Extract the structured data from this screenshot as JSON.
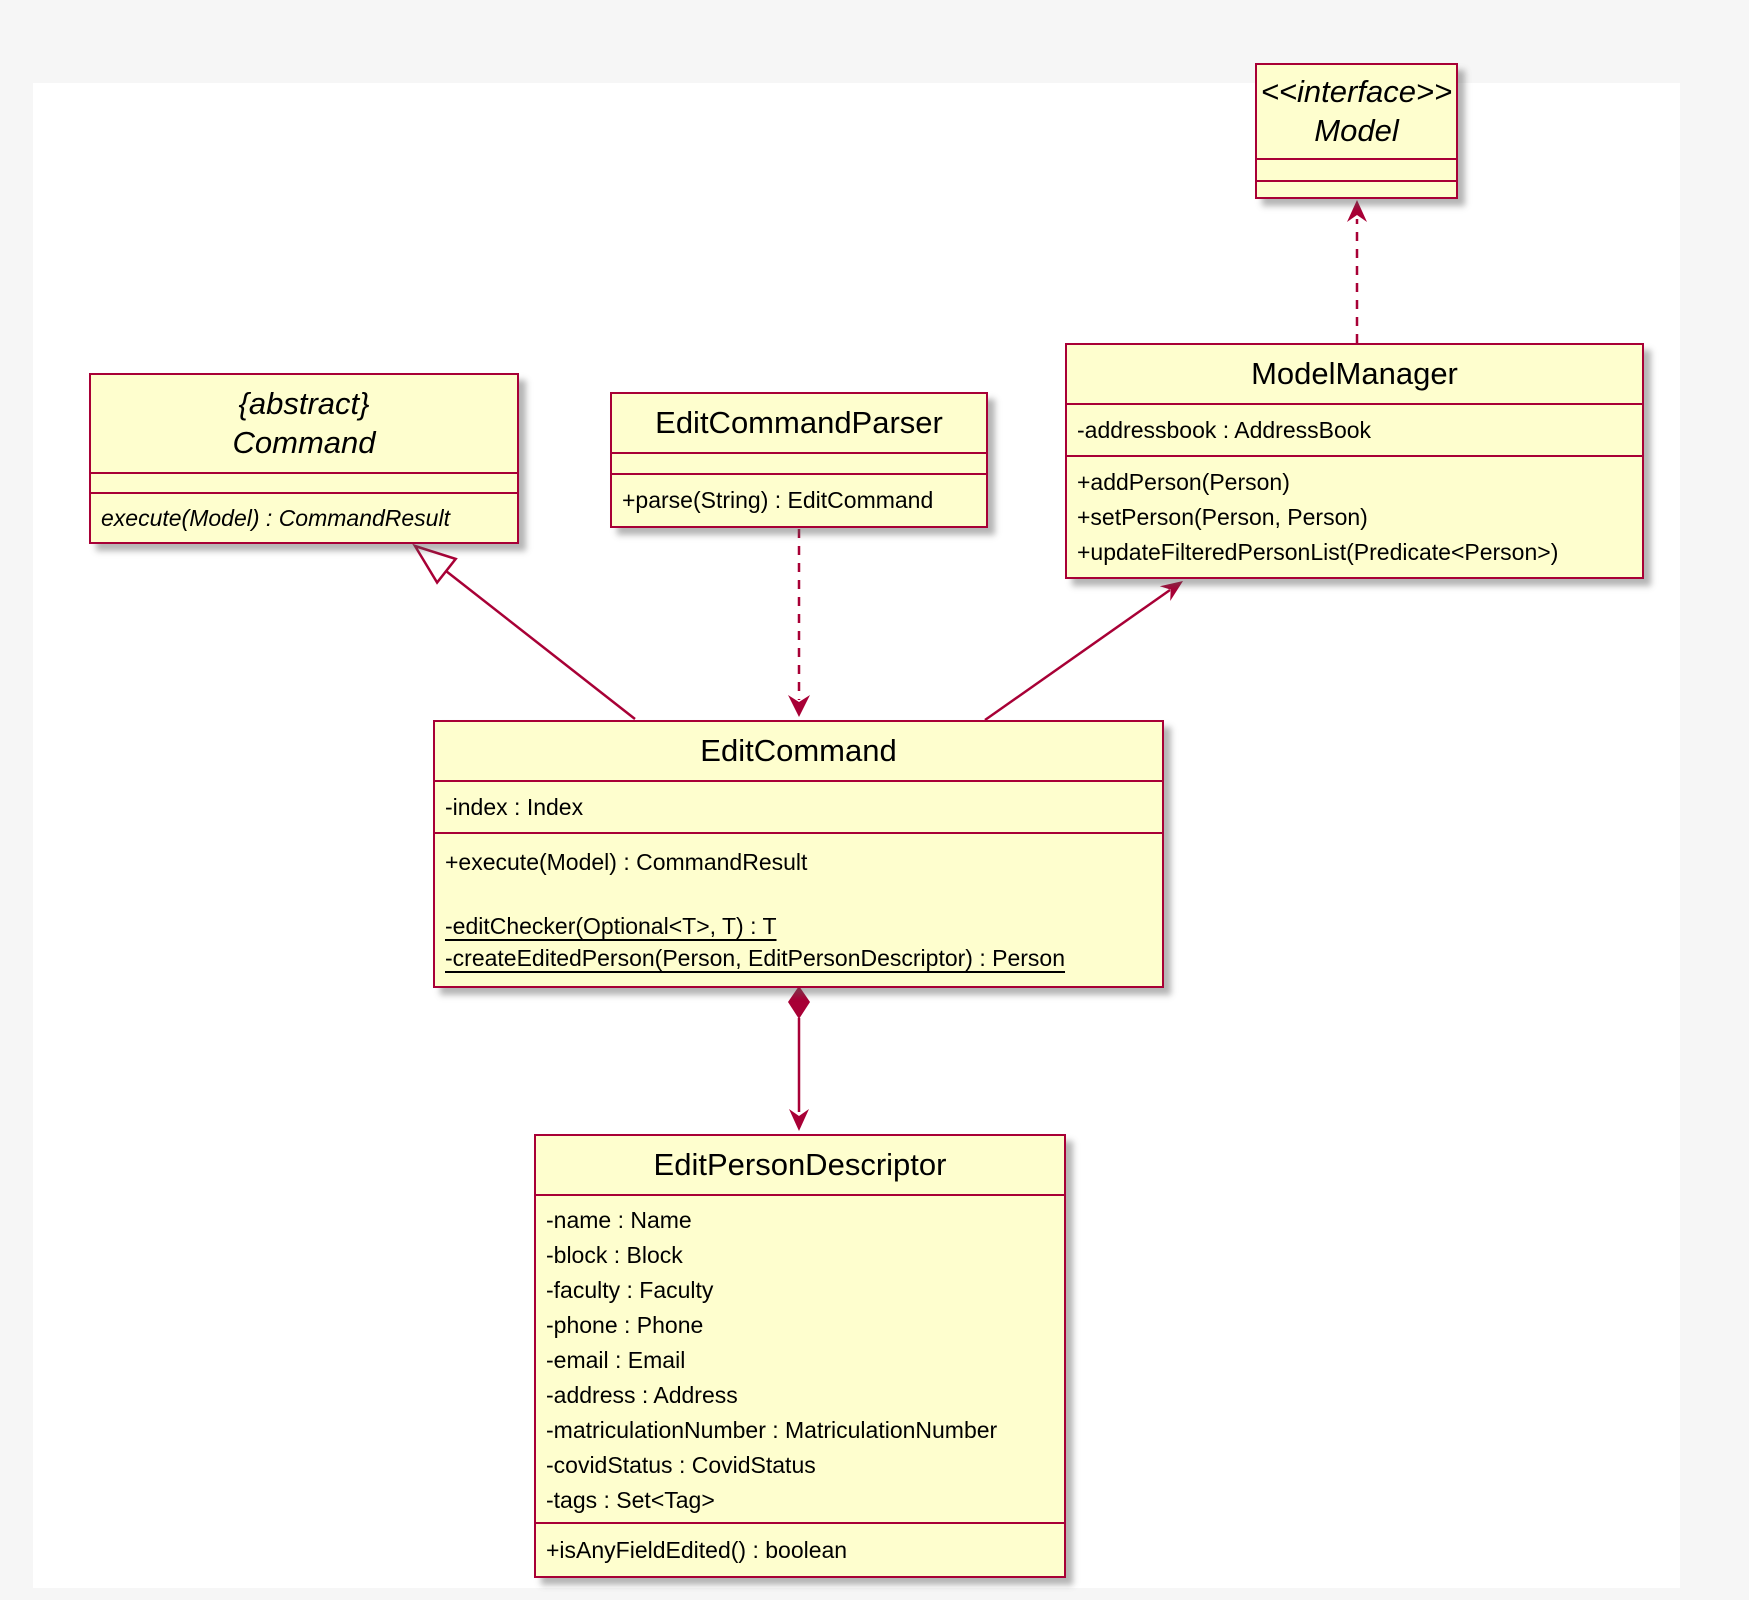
{
  "classes": {
    "model": {
      "stereotype": "<<interface>>",
      "name": "Model",
      "fields": [],
      "methods": []
    },
    "command": {
      "stereotype": "{abstract}",
      "name": "Command",
      "fields": [],
      "methods": [
        "execute(Model) : CommandResult"
      ]
    },
    "editCommandParser": {
      "name": "EditCommandParser",
      "fields": [],
      "methods": [
        "+parse(String) : EditCommand"
      ]
    },
    "modelManager": {
      "name": "ModelManager",
      "fields": [
        "-addressbook : AddressBook"
      ],
      "methods": [
        "+addPerson(Person)",
        "+setPerson(Person, Person)",
        "+updateFilteredPersonList(Predicate<Person>)"
      ]
    },
    "editCommand": {
      "name": "EditCommand",
      "fields": [
        "-index : Index"
      ],
      "methods": [
        "+execute(Model) : CommandResult",
        "-editChecker(Optional<T>, T) : T",
        "-createEditedPerson(Person, EditPersonDescriptor) : Person"
      ]
    },
    "editPersonDescriptor": {
      "name": "EditPersonDescriptor",
      "fields": [
        "-name : Name",
        "-block : Block",
        "-faculty : Faculty",
        "-phone : Phone",
        "-email : Email",
        "-address : Address",
        "-matriculationNumber : MatriculationNumber",
        "-covidStatus : CovidStatus",
        "-tags : Set<Tag>"
      ],
      "methods": [
        "+isAnyFieldEdited() : boolean"
      ]
    }
  },
  "relationships": [
    {
      "from": "EditCommand",
      "to": "Command",
      "type": "inheritance"
    },
    {
      "from": "EditCommandParser",
      "to": "EditCommand",
      "type": "dashed-dependency"
    },
    {
      "from": "ModelManager",
      "to": "Model",
      "type": "dashed-realization"
    },
    {
      "from": "EditCommand",
      "to": "ModelManager",
      "type": "association"
    },
    {
      "from": "EditCommand",
      "to": "EditPersonDescriptor",
      "type": "composition"
    }
  ],
  "colors": {
    "class_fill": "#fefece",
    "class_border": "#a80036",
    "edge": "#a80036",
    "background": "#f6f6f6",
    "sheet": "#ffffff",
    "text": "#000000"
  }
}
